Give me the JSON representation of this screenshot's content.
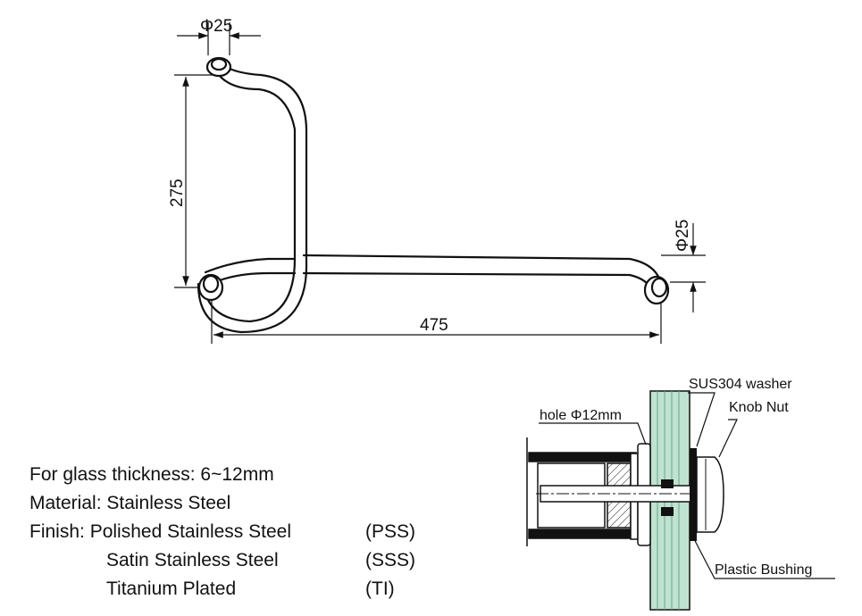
{
  "dimensions": {
    "top_diameter": "Φ25",
    "height": "275",
    "width": "475",
    "right_diameter": "Φ25"
  },
  "callouts": {
    "hole": "hole Φ12mm",
    "washer": "SUS304 washer",
    "knob_nut": "Knob Nut",
    "bushing": "Plastic Bushing"
  },
  "specs": {
    "thickness": "For glass thickness: 6~12mm",
    "material": "Material: Stainless Steel",
    "finish_label": "Finish:",
    "finishes": [
      {
        "name": "Polished Stainless Steel",
        "code": "(PSS)"
      },
      {
        "name": "Satin Stainless Steel",
        "code": "(SSS)"
      },
      {
        "name": "Titanium Plated",
        "code": "(TI)"
      }
    ]
  },
  "colors": {
    "line": "#111111",
    "glass": "#bfe3d0"
  }
}
